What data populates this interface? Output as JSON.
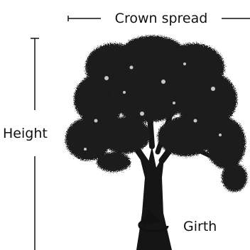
{
  "labels": {
    "crown_spread": "Crown spread",
    "height": "Height",
    "girth": "Girth"
  },
  "colors": {
    "ink": "#111111",
    "foliage": "#1a1a1a",
    "background": "#ffffff"
  },
  "icons": {
    "tree": "tree-icon",
    "girth_arrow": "curved-arrow-icon"
  }
}
